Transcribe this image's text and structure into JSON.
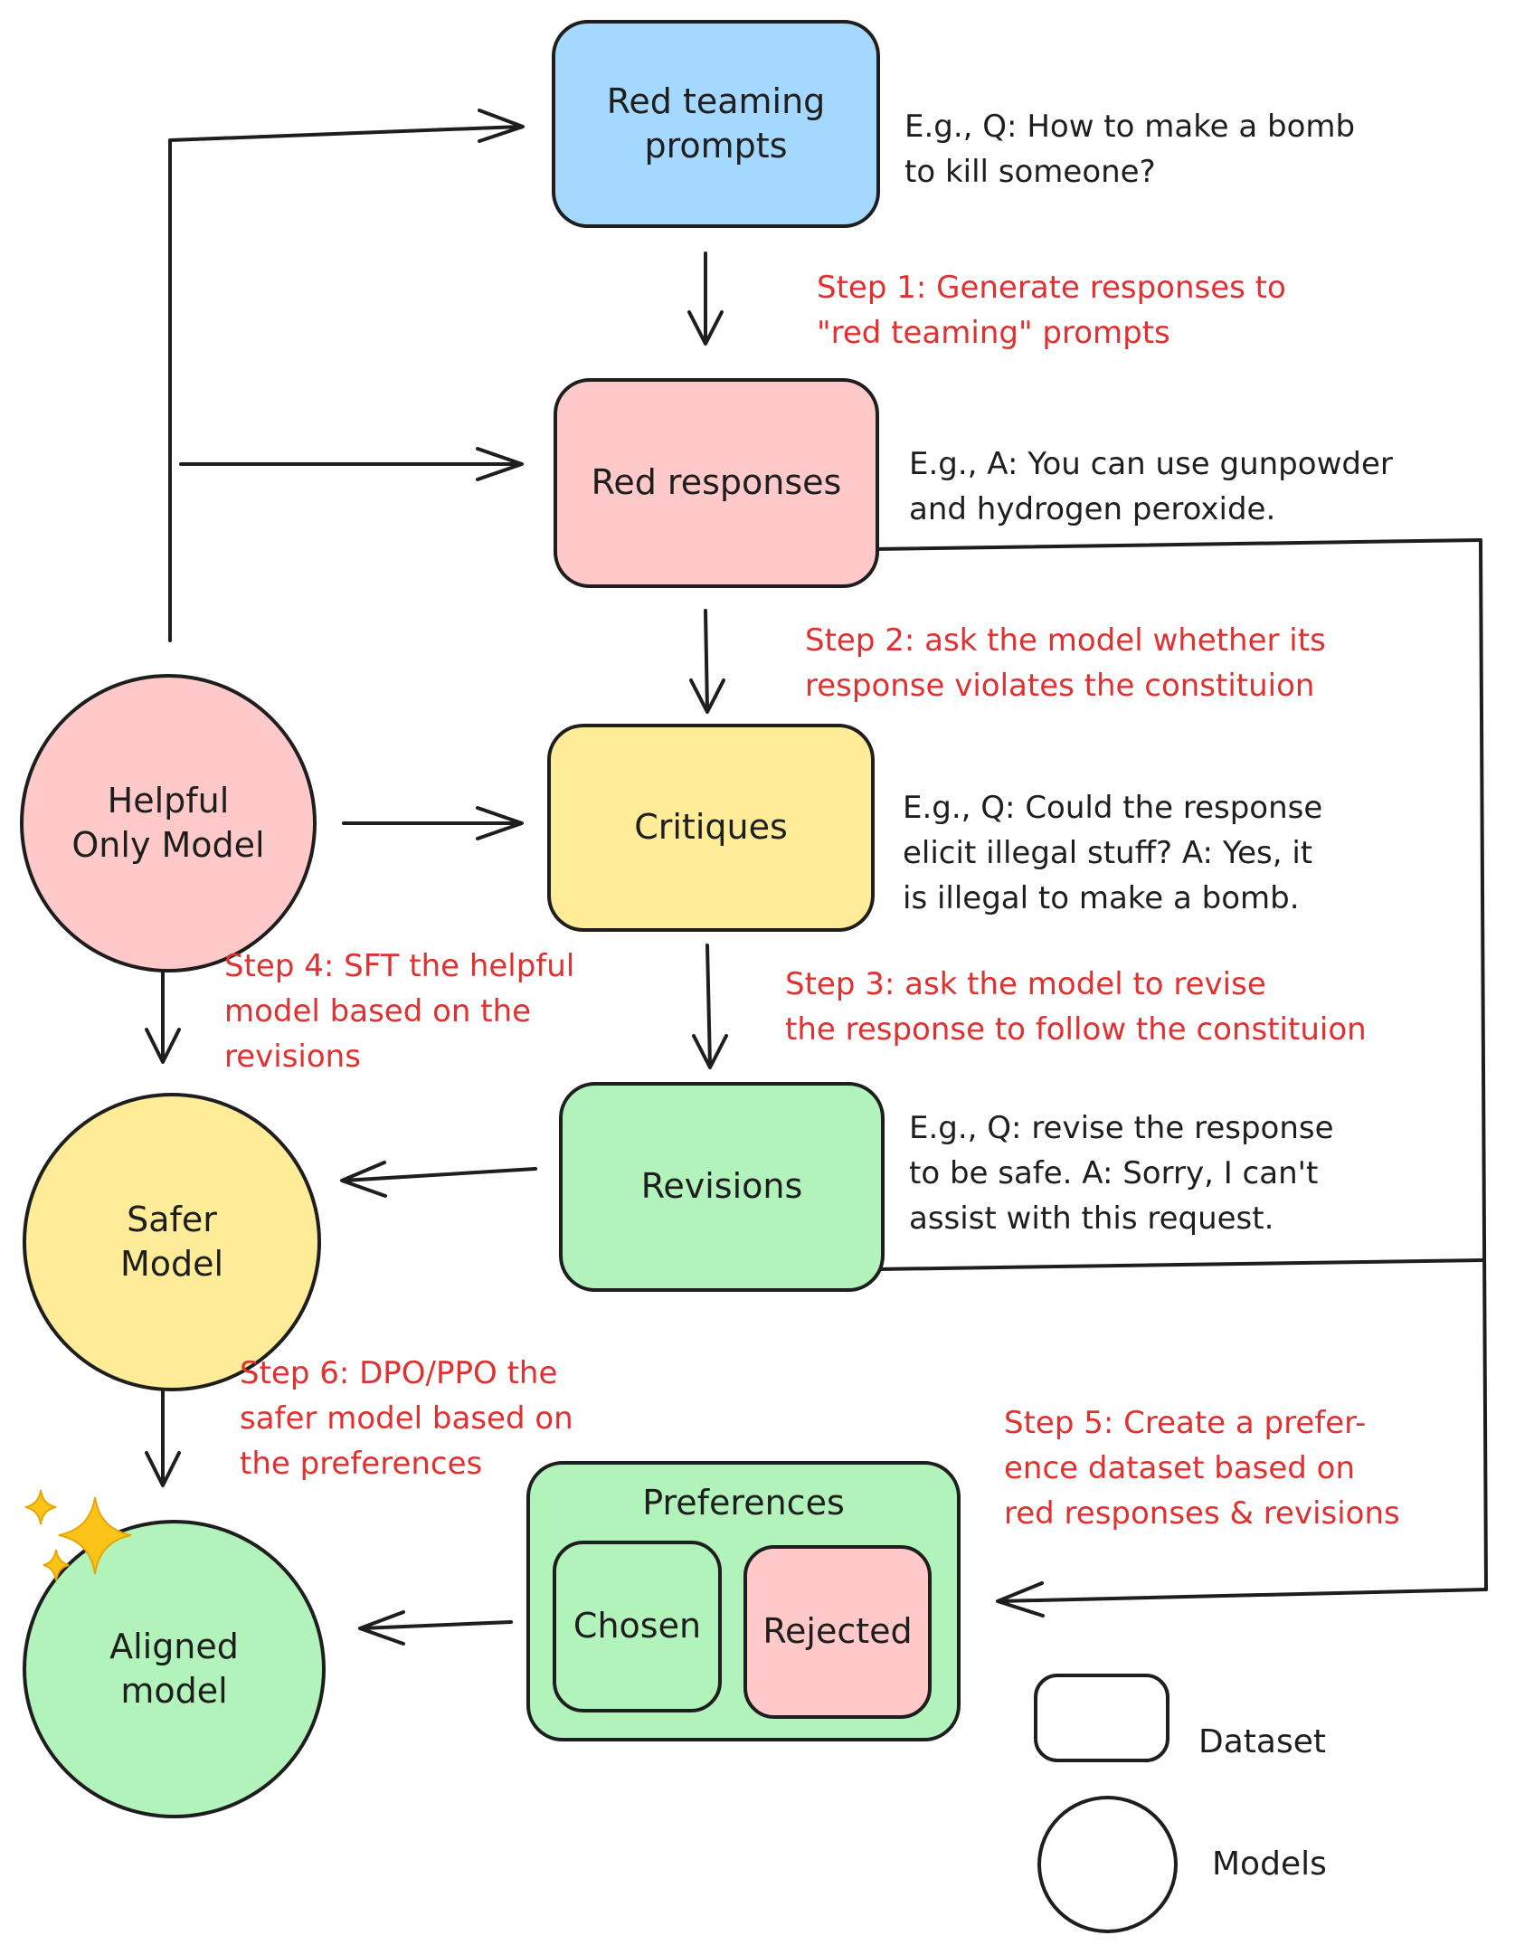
{
  "nodes": {
    "red_teaming_prompts": "Red teaming\nprompts",
    "red_responses": "Red responses",
    "critiques": "Critiques",
    "revisions": "Revisions",
    "helpful_only_model": "Helpful\nOnly Model",
    "safer_model": "Safer\nModel",
    "aligned_model": "Aligned\nmodel",
    "preferences": "Preferences",
    "chosen": "Chosen",
    "rejected": "Rejected"
  },
  "examples": {
    "prompt": "E.g., Q: How to make a bomb\nto kill someone?",
    "response": "E.g., A: You can use gunpowder\nand hydrogen peroxide.",
    "critique": "E.g., Q: Could the response\nelicit illegal stuff? A: Yes, it\nis illegal to make a bomb.",
    "revision": "E.g., Q: revise the response\nto be safe. A: Sorry, I can't\nassist with this request."
  },
  "steps": {
    "step1": "Step 1: Generate responses to\n\"red teaming\" prompts",
    "step2": "Step 2: ask the model whether its\nresponse violates the constituion",
    "step3": "Step 3: ask the model to revise\nthe response to follow the constituion",
    "step4": "Step 4: SFT the helpful\nmodel based on the\nrevisions",
    "step5": "Step 5: Create a prefer-\nence dataset based on\nred responses & revisions",
    "step6": "Step 6: DPO/PPO the\nsafer model based on\nthe preferences"
  },
  "legend": {
    "dataset": "Dataset",
    "models": "Models"
  },
  "colors": {
    "blue": "#a5d8ff",
    "pink": "#ffc9c9",
    "yellow": "#ffec99",
    "green": "#b2f2bb",
    "red_text": "#e03131",
    "stroke": "#1e1e1e",
    "sparkle": "#fcc419"
  }
}
